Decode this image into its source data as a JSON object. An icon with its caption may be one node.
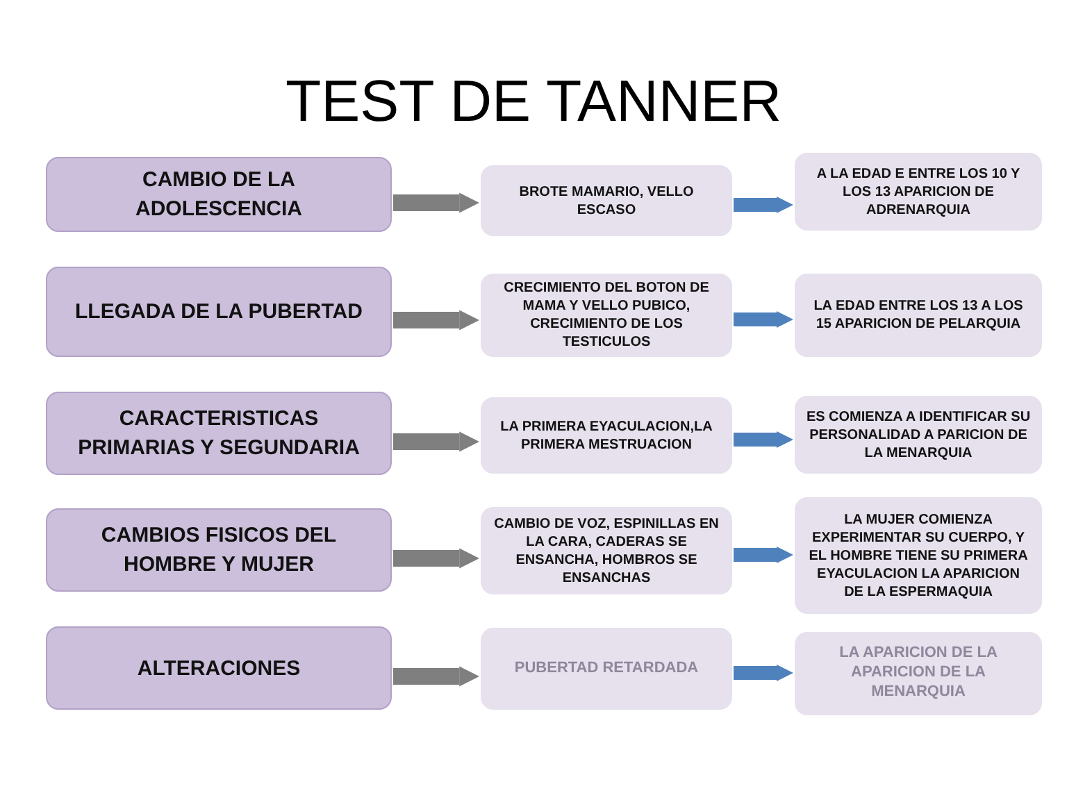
{
  "diagram": {
    "title": "TEST DE TANNER",
    "nodes": [
      {
        "text": [
          "CAMBIO DE LA ADOLESCENCIA"
        ]
      },
      {
        "text": [
          "BROTE MAMARIO, VELLO ESCASO"
        ]
      },
      {
        "text": [
          "A LA EDAD E ENTRE LOS 10 Y LOS 13 APARICION DE ADRENARQUIA"
        ]
      },
      {
        "text": [
          "LLEGADA DE LA PUBERTAD"
        ]
      },
      {
        "text": [
          "CRECIMIENTO DEL BOTON DE MAMA  Y VELLO PUBICO, CRECIMIENTO DE LOS TESTICULOS"
        ]
      },
      {
        "text": [
          "LA EDAD ENTRE LOS 13 A LOS 15  APARICION DE PELARQUIA"
        ]
      },
      {
        "text": [
          "CARACTERISTICAS PRIMARIAS Y SEGUNDARIA"
        ]
      },
      {
        "text": [
          "LA PRIMERA EYACULACION,LA PRIMERA MESTRUACION"
        ]
      },
      {
        "text": [
          "ES COMIENZA A IDENTIFICAR SU PERSONALIDAD A PARICION DE LA MENARQUIA"
        ]
      },
      {
        "text": [
          "CAMBIOS FISICOS DEL HOMBRE Y MUJER"
        ]
      },
      {
        "text": [
          "CAMBIO DE VOZ, ESPINILLAS EN LA CARA, CADERAS SE ENSANCHA, HOMBROS SE ENSANCHAS"
        ]
      },
      {
        "text": [
          "LA MUJER COMIENZA EXPERIMENTAR SU CUERPO, Y EL HOMBRE TIENE SU PRIMERA EYACULACION LA APARICION DE LA ESPERMAQUIA"
        ]
      },
      {
        "text": [
          "ALTERACIONES"
        ]
      },
      {
        "text": [
          "PUBERTAD RETARDADA"
        ]
      },
      {
        "text": [
          "LA APARICION DE LA APARICION DE LA MENARQUIA"
        ]
      }
    ],
    "edges": [
      {
        "from": 0,
        "to": 1,
        "arrow": "to",
        "color": "#7f7f7f"
      },
      {
        "from": 1,
        "to": 2,
        "arrow": "to",
        "color": "#4f81bd"
      },
      {
        "from": 3,
        "to": 4,
        "arrow": "to",
        "color": "#7f7f7f"
      },
      {
        "from": 4,
        "to": 5,
        "arrow": "to",
        "color": "#4f81bd"
      },
      {
        "from": 6,
        "to": 7,
        "arrow": "to",
        "color": "#7f7f7f"
      },
      {
        "from": 7,
        "to": 8,
        "arrow": "to",
        "color": "#4f81bd"
      },
      {
        "from": 9,
        "to": 10,
        "arrow": "to",
        "color": "#7f7f7f"
      },
      {
        "from": 10,
        "to": 11,
        "arrow": "to",
        "color": "#4f81bd"
      },
      {
        "from": 12,
        "to": 13,
        "arrow": "to",
        "color": "#7f7f7f"
      },
      {
        "from": 13,
        "to": 14,
        "arrow": "to",
        "color": "#4f81bd"
      }
    ]
  }
}
